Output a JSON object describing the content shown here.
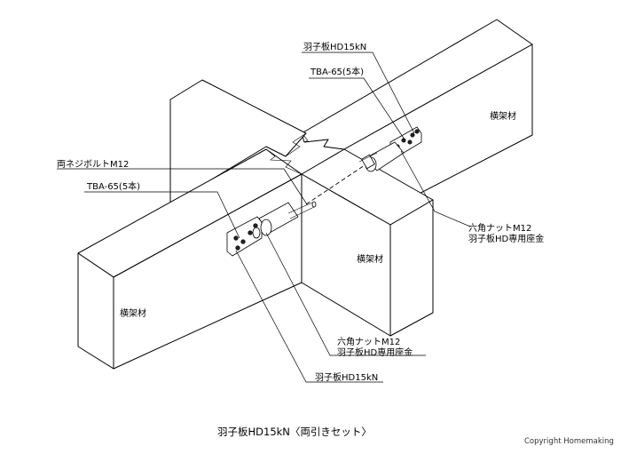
{
  "labels": {
    "top_plate": "羽子板HD15kN",
    "top_bolt": "TBA-65(5本)",
    "right_beam": "横架材",
    "left_through_bolt": "両ネジボルトM12",
    "left_bolt": "TBA-65(5本)",
    "right_nut_line1": "六角ナットM12",
    "right_nut_line2": "羽子板HD専用座金",
    "center_beam": "横架材",
    "left_beam": "横架材",
    "bottom_nut_line1": "六角ナットM12",
    "bottom_nut_line2": "羽子板HD専用座金",
    "bottom_plate": "羽子板HD15kN"
  },
  "caption": "羽子板HD15kN〈両引きセット〉",
  "copyright": "Copyright Homemaking"
}
